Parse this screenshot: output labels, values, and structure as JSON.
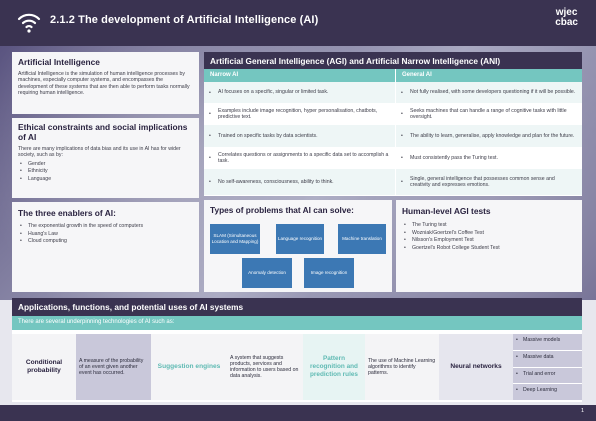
{
  "header": {
    "title": "2.1.2 The development of Artificial Intelligence (AI)",
    "logo_line1": "wjec",
    "logo_line2": "cbac"
  },
  "ai_card": {
    "heading": "Artificial Intelligence",
    "body": "Artificial Intelligence is the simulation of human intelligence processes by machines, especially computer systems, and encompasses the development of these systems that are then able to perform tasks normally requiring human intelligence."
  },
  "ethics_card": {
    "heading": "Ethical constraints and social implications of AI",
    "body": "There are many implications of data bias and its use in AI has for wider society, such as by:",
    "items": [
      "Gender",
      "Ethnicity",
      "Language"
    ]
  },
  "enablers_card": {
    "heading": "The three enablers of AI:",
    "items": [
      "The exponential growth in the speed of computers",
      "Huang's Law",
      "Cloud computing"
    ]
  },
  "agi_table": {
    "title": "Artificial General Intelligence (AGI) and Artificial Narrow Intelligence (ANI)",
    "col_narrow": "Narrow AI",
    "col_general": "General AI",
    "rows": [
      {
        "narrow": "AI focuses on a specific, singular or limited task.",
        "general": "Not fully realised, with some developers questioning if it will be possible."
      },
      {
        "narrow": "Examples include image recognition, hyper personalisation, chatbots, predictive text.",
        "general": "Seeks machines that can handle a range of cognitive tasks with little oversight."
      },
      {
        "narrow": "Trained on specific tasks by data scientists.",
        "general": "The ability to learn, generalise, apply knowledge and plan for the future."
      },
      {
        "narrow": "Correlates questions or assignments to a specific data set to accomplish a task.",
        "general": "Must consistently pass the Turing test."
      },
      {
        "narrow": "No self-awareness, consciousness, ability to think.",
        "general": "Single, general intelligence that possesses common sense and creativity and expresses emotions."
      }
    ]
  },
  "problems": {
    "heading": "Types of problems that AI can solve:",
    "chips": [
      "SLAM (Simultaneous Location and Mapping)",
      "Language recognition",
      "Machine translation",
      "Anomaly detection",
      "Image recognition"
    ]
  },
  "human_agi": {
    "heading": "Human-level AGI tests",
    "items": [
      "The Turing test",
      "Wozniak/Goertzel's Coffee Test",
      "Nilsson's Employment Test",
      "Goertzel's Robot College Student Test"
    ]
  },
  "apps": {
    "title": "Applications, functions, and potential uses of AI systems",
    "subtitle": "There are several underpinning technologies of AI such as:",
    "tech": [
      {
        "name": "Conditional probability",
        "desc": "A measure of the probability of an event given another event has occurred."
      },
      {
        "name": "Suggestion engines",
        "desc": "A system that suggests products, services and information to users based on data analysis."
      },
      {
        "name": "Pattern recognition and prediction rules",
        "desc": "The use of Machine Learning algorithms to identify patterns."
      },
      {
        "name": "Neural networks",
        "items": [
          "Massive models",
          "Massive data",
          "Trial and error",
          "Deep Learning"
        ]
      }
    ]
  },
  "footer": {
    "page": "1"
  },
  "colors": {
    "navy": "#3a3351",
    "teal": "#74c6c0",
    "chip": "#3c78b4"
  }
}
